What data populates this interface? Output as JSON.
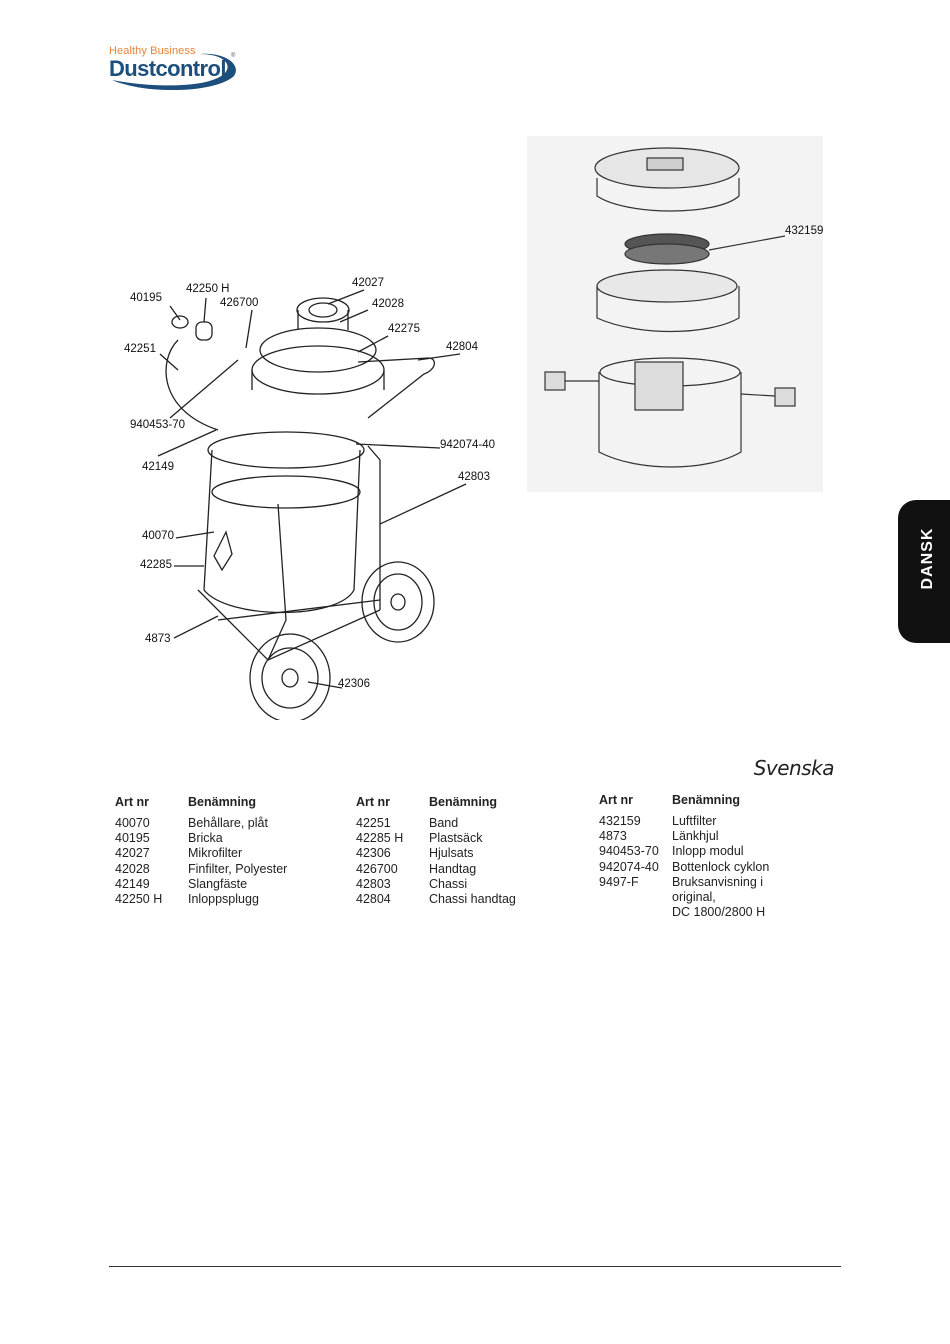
{
  "logo": {
    "tagline": "Healthy Business",
    "wordmark": "Dustcontrol",
    "reg": "®",
    "colors": {
      "tagline": "#e8823a",
      "wordmark": "#1d4f7c"
    }
  },
  "language_tab": "DANSK",
  "section_language": "Svenska",
  "diagram_left_callouts": [
    "40195",
    "42250 H",
    "426700",
    "42027",
    "42028",
    "42275",
    "42804",
    "42251",
    "940453-70",
    "42149",
    "942074-40",
    "42803",
    "40070",
    "42285",
    "4873",
    "42306"
  ],
  "diagram_right_callouts": [
    "432159"
  ],
  "tables": {
    "header_artnr": "Art nr",
    "header_name": "Benämning",
    "table1": [
      {
        "artnr": "40070",
        "name": "Behållare, plåt"
      },
      {
        "artnr": "40195",
        "name": "Bricka"
      },
      {
        "artnr": "42027",
        "name": "Mikrofilter"
      },
      {
        "artnr": "42028",
        "name": "Finfilter, Polyester"
      },
      {
        "artnr": "42149",
        "name": "Slangfäste"
      },
      {
        "artnr": "42250 H",
        "name": "Inloppsplugg"
      }
    ],
    "table2": [
      {
        "artnr": "42251",
        "name": "Band"
      },
      {
        "artnr": "42285 H",
        "name": "Plastsäck"
      },
      {
        "artnr": "42306",
        "name": "Hjulsats"
      },
      {
        "artnr": "426700",
        "name": "Handtag"
      },
      {
        "artnr": "42803",
        "name": "Chassi"
      },
      {
        "artnr": "42804",
        "name": "Chassi handtag"
      }
    ],
    "table3": [
      {
        "artnr": "432159",
        "name": "Luftfilter"
      },
      {
        "artnr": "4873",
        "name": "Länkhjul"
      },
      {
        "artnr": "940453-70",
        "name": "Inlopp modul"
      },
      {
        "artnr": "942074-40",
        "name": "Bottenlock cyklon"
      },
      {
        "artnr": "9497-F",
        "name": "Bruksanvisning i"
      },
      {
        "artnr": "",
        "name": "original,"
      },
      {
        "artnr": "",
        "name": "DC 1800/2800 H"
      }
    ]
  }
}
